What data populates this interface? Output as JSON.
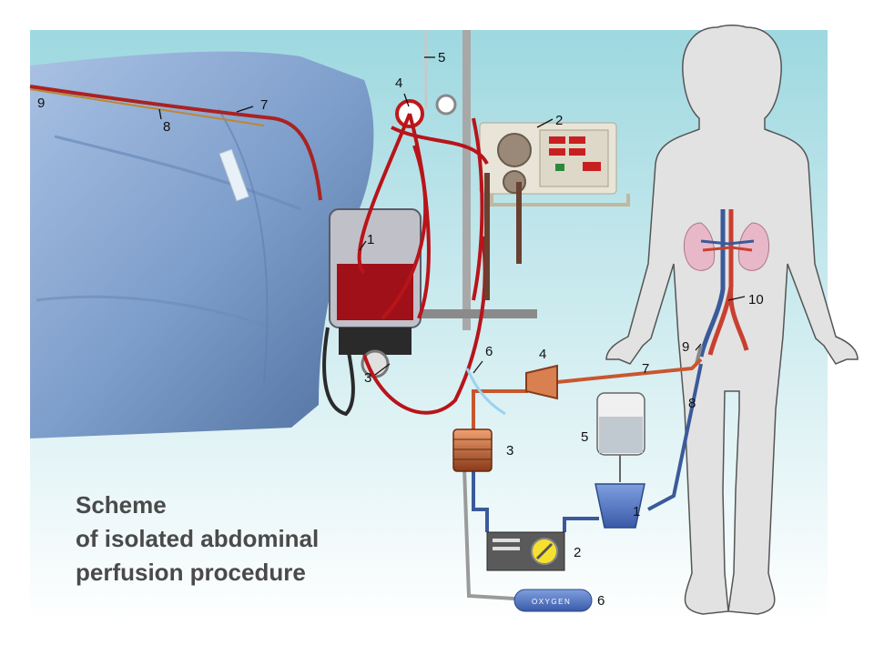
{
  "caption": {
    "line1": "Scheme",
    "line2": "of isolated abdominal",
    "line3": "perfusion procedure"
  },
  "photo_labels": {
    "l1": "1",
    "l2": "2",
    "l3": "3",
    "l4": "4",
    "l5": "5",
    "l7": "7",
    "l8": "8",
    "l9": "9"
  },
  "scheme_labels": {
    "l1": "1",
    "l2": "2",
    "l3": "3",
    "l4": "4",
    "l5": "5",
    "l6": "6",
    "l7": "7",
    "l8": "8",
    "l9": "9",
    "l10": "10"
  },
  "oxygen_tank": {
    "label": "OXYGEN"
  },
  "colors": {
    "arterial": "#c8572e",
    "venous": "#3a5a9a",
    "oxygen_line": "#9a9a9a",
    "drape": "#7f9fcc",
    "blood": "#b8141a",
    "background_gradient": "#9ed8e0",
    "body": "#e2e2e2"
  }
}
